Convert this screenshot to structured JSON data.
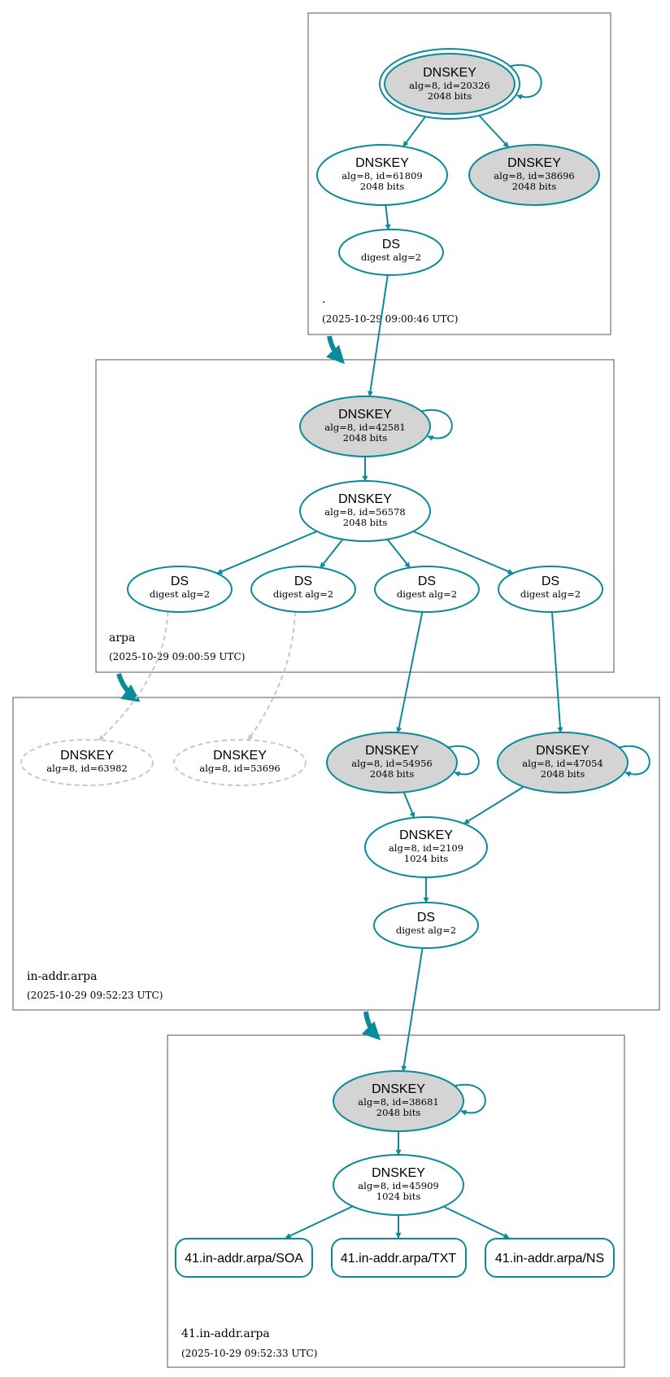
{
  "colors": {
    "accent": "#0a8a9a",
    "sep_fill": "#d4d4d4",
    "ghost": "#c8c8c8",
    "zone_border": "#555555"
  },
  "zones": [
    {
      "name": ".",
      "timestamp": "(2025-10-29 09:00:46 UTC)"
    },
    {
      "name": "arpa",
      "timestamp": "(2025-10-29 09:00:59 UTC)"
    },
    {
      "name": "in-addr.arpa",
      "timestamp": "(2025-10-29 09:52:23 UTC)"
    },
    {
      "name": "41.in-addr.arpa",
      "timestamp": "(2025-10-29 09:52:33 UTC)"
    }
  ],
  "nodes": {
    "root_ksk": {
      "title": "DNSKEY",
      "lines": [
        "alg=8, id=20326",
        "2048 bits"
      ]
    },
    "root_zsk": {
      "title": "DNSKEY",
      "lines": [
        "alg=8, id=61809",
        "2048 bits"
      ]
    },
    "root_k2": {
      "title": "DNSKEY",
      "lines": [
        "alg=8, id=38696",
        "2048 bits"
      ]
    },
    "root_ds": {
      "title": "DS",
      "lines": [
        "digest alg=2"
      ]
    },
    "arpa_ksk": {
      "title": "DNSKEY",
      "lines": [
        "alg=8, id=42581",
        "2048 bits"
      ]
    },
    "arpa_zsk": {
      "title": "DNSKEY",
      "lines": [
        "alg=8, id=56578",
        "2048 bits"
      ]
    },
    "arpa_ds1": {
      "title": "DS",
      "lines": [
        "digest alg=2"
      ]
    },
    "arpa_ds2": {
      "title": "DS",
      "lines": [
        "digest alg=2"
      ]
    },
    "arpa_ds3": {
      "title": "DS",
      "lines": [
        "digest alg=2"
      ]
    },
    "arpa_ds4": {
      "title": "DS",
      "lines": [
        "digest alg=2"
      ]
    },
    "ia_ghost1": {
      "title": "DNSKEY",
      "lines": [
        "alg=8, id=63982"
      ]
    },
    "ia_ghost2": {
      "title": "DNSKEY",
      "lines": [
        "alg=8, id=53696"
      ]
    },
    "ia_ksk1": {
      "title": "DNSKEY",
      "lines": [
        "alg=8, id=54956",
        "2048 bits"
      ]
    },
    "ia_ksk2": {
      "title": "DNSKEY",
      "lines": [
        "alg=8, id=47054",
        "2048 bits"
      ]
    },
    "ia_zsk": {
      "title": "DNSKEY",
      "lines": [
        "alg=8, id=2109",
        "1024 bits"
      ]
    },
    "ia_ds": {
      "title": "DS",
      "lines": [
        "digest alg=2"
      ]
    },
    "z41_ksk": {
      "title": "DNSKEY",
      "lines": [
        "alg=8, id=38681",
        "2048 bits"
      ]
    },
    "z41_zsk": {
      "title": "DNSKEY",
      "lines": [
        "alg=8, id=45909",
        "1024 bits"
      ]
    },
    "z41_soa": {
      "title": "41.in-addr.arpa/SOA",
      "lines": []
    },
    "z41_txt": {
      "title": "41.in-addr.arpa/TXT",
      "lines": []
    },
    "z41_ns": {
      "title": "41.in-addr.arpa/NS",
      "lines": []
    }
  },
  "edges": [
    {
      "from": "root_ksk",
      "to": "root_ksk",
      "style": "solid"
    },
    {
      "from": "root_ksk",
      "to": "root_zsk",
      "style": "solid"
    },
    {
      "from": "root_ksk",
      "to": "root_k2",
      "style": "solid"
    },
    {
      "from": "root_zsk",
      "to": "root_ds",
      "style": "solid"
    },
    {
      "from": "root_ds",
      "to": "arpa_ksk",
      "style": "solid"
    },
    {
      "from": "arpa_ksk",
      "to": "arpa_ksk",
      "style": "solid"
    },
    {
      "from": "arpa_ksk",
      "to": "arpa_zsk",
      "style": "solid"
    },
    {
      "from": "arpa_zsk",
      "to": "arpa_ds1",
      "style": "solid"
    },
    {
      "from": "arpa_zsk",
      "to": "arpa_ds2",
      "style": "solid"
    },
    {
      "from": "arpa_zsk",
      "to": "arpa_ds3",
      "style": "solid"
    },
    {
      "from": "arpa_zsk",
      "to": "arpa_ds4",
      "style": "solid"
    },
    {
      "from": "arpa_ds1",
      "to": "ia_ghost1",
      "style": "dashed"
    },
    {
      "from": "arpa_ds2",
      "to": "ia_ghost2",
      "style": "dashed"
    },
    {
      "from": "arpa_ds3",
      "to": "ia_ksk1",
      "style": "solid"
    },
    {
      "from": "arpa_ds4",
      "to": "ia_ksk2",
      "style": "solid"
    },
    {
      "from": "ia_ksk1",
      "to": "ia_ksk1",
      "style": "solid"
    },
    {
      "from": "ia_ksk2",
      "to": "ia_ksk2",
      "style": "solid"
    },
    {
      "from": "ia_ksk1",
      "to": "ia_zsk",
      "style": "solid"
    },
    {
      "from": "ia_ksk2",
      "to": "ia_zsk",
      "style": "solid"
    },
    {
      "from": "ia_zsk",
      "to": "ia_ds",
      "style": "solid"
    },
    {
      "from": "ia_ds",
      "to": "z41_ksk",
      "style": "solid"
    },
    {
      "from": "z41_ksk",
      "to": "z41_ksk",
      "style": "solid"
    },
    {
      "from": "z41_ksk",
      "to": "z41_zsk",
      "style": "solid"
    },
    {
      "from": "z41_zsk",
      "to": "z41_soa",
      "style": "solid"
    },
    {
      "from": "z41_zsk",
      "to": "z41_txt",
      "style": "solid"
    },
    {
      "from": "z41_zsk",
      "to": "z41_ns",
      "style": "solid"
    }
  ]
}
